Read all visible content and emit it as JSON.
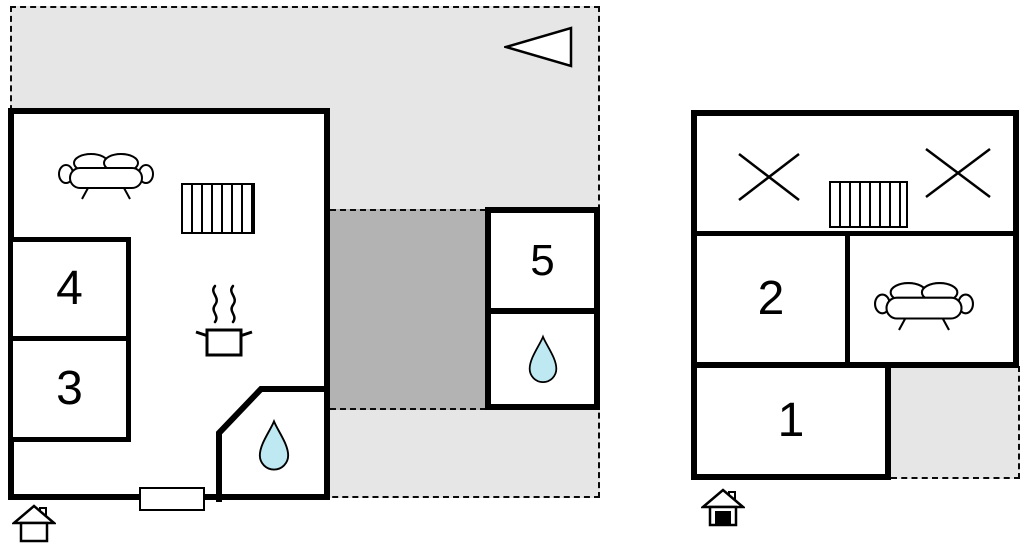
{
  "plan": {
    "left": {
      "rooms": {
        "r3": "3",
        "r4": "4",
        "r5": "5"
      },
      "features": [
        "terrace",
        "passage",
        "sofa",
        "radiator",
        "stove",
        "bathroom-water-drop",
        "wc-water-drop",
        "door-opening",
        "entrance-house",
        "north-arrow"
      ]
    },
    "right": {
      "rooms": {
        "r1": "1",
        "r2": "2"
      },
      "features": [
        "terrace",
        "sofa",
        "radiator",
        "crossed-area",
        "crossed-area",
        "entrance-house"
      ]
    },
    "colors": {
      "wall": "#000000",
      "room_fill": "#ffffff",
      "terrace_fill": "#e6e6e6",
      "passage_fill": "#b3b3b3",
      "water_drop_fill": "#bfe9f2"
    }
  }
}
